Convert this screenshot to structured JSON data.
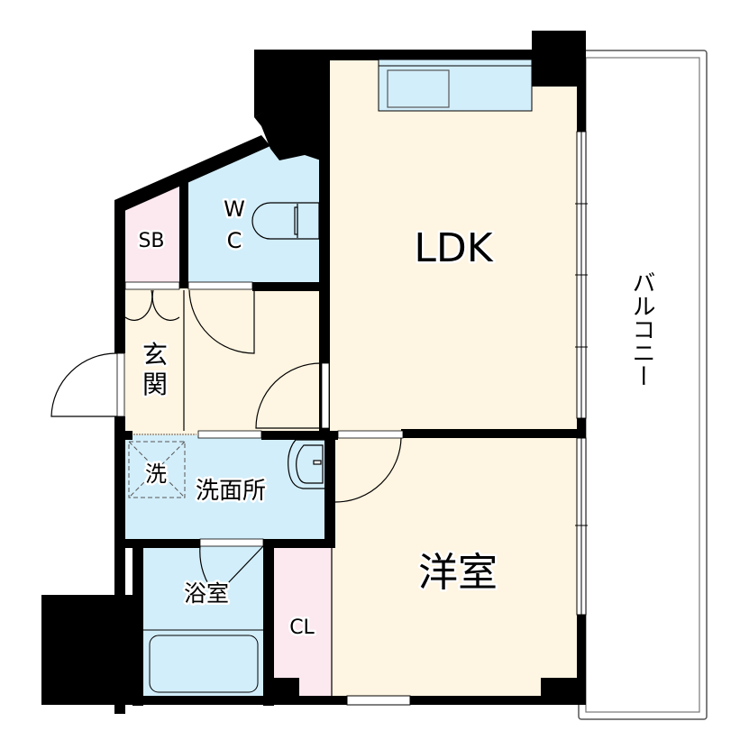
{
  "floor_plan": {
    "colors": {
      "wall": "#000000",
      "ldk_floor": "#fef5e2",
      "wet_area": "#d2eefa",
      "storage": "#fce8ef",
      "balcony_line": "#555555",
      "window": "#ffffff"
    },
    "rooms": {
      "ldk": {
        "label": "LDK"
      },
      "western_room": {
        "label": "洋室"
      },
      "wc": {
        "label_line1": "W",
        "label_line2": "C"
      },
      "shoe_box": {
        "label": "SB"
      },
      "entrance": {
        "label_line1": "玄",
        "label_line2": "関"
      },
      "washroom": {
        "label": "洗面所"
      },
      "washer": {
        "label": "洗"
      },
      "bathroom": {
        "label": "浴室"
      },
      "closet": {
        "label": "CL"
      },
      "balcony": {
        "label": "バルコニー"
      }
    },
    "fixtures": [
      "kitchen-counter",
      "sink",
      "toilet",
      "washbasin",
      "bathtub",
      "washing-machine-pan"
    ]
  }
}
